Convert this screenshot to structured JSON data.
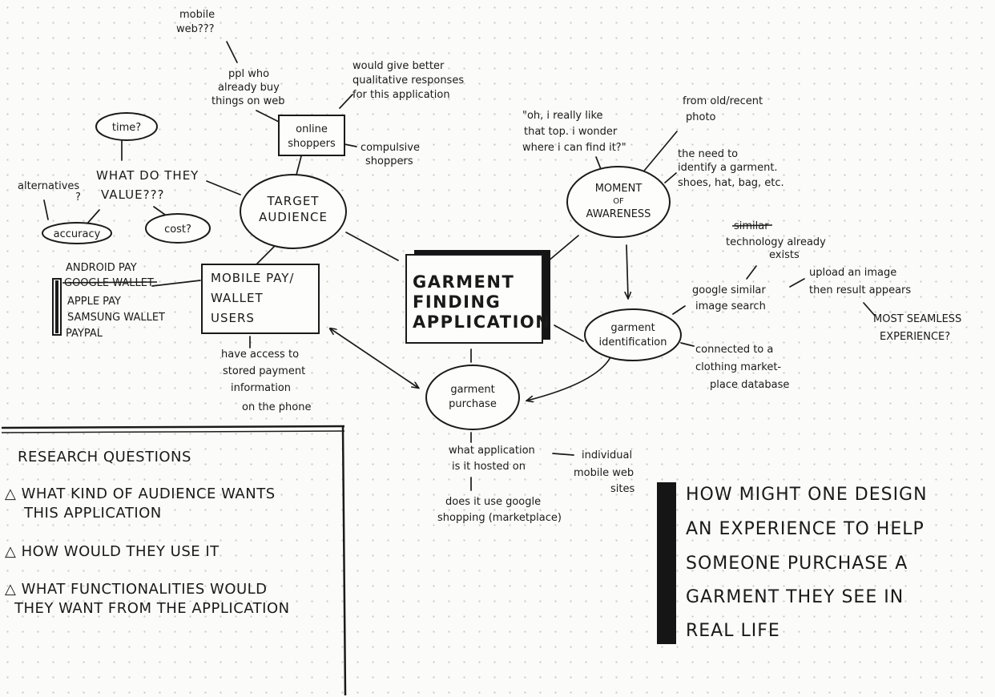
{
  "central": {
    "lines": [
      "GARMENT",
      "FINDING",
      "APPLICATION"
    ]
  },
  "nodes": {
    "target_audience": [
      "TARGET",
      "AUDIENCE"
    ],
    "online_shoppers": [
      "online",
      "shoppers"
    ],
    "mobile_pay": [
      "MOBILE PAY/",
      "WALLET",
      "USERS"
    ],
    "moment": [
      "MOMENT",
      "OF",
      "AWARENESS"
    ],
    "garment_id": [
      "garment",
      "identification"
    ],
    "garment_purchase": [
      "garment",
      "purchase"
    ],
    "time": "time?",
    "accuracy": "accuracy",
    "cost": "cost?"
  },
  "notes": {
    "mobile_web": [
      "mobile",
      "web???"
    ],
    "ppl_who": [
      "ppl who",
      "already buy",
      "things on web"
    ],
    "qualitative": [
      "would give better",
      "qualitative responses",
      "for this application"
    ],
    "compulsive": [
      "compulsive",
      "shoppers"
    ],
    "what_value": [
      "WHAT DO THEY",
      "VALUE???"
    ],
    "alternatives": [
      "alternatives",
      "?"
    ],
    "wallets": [
      "ANDROID PAY",
      "GOOGLE WALLET",
      "APPLE PAY",
      "SAMSUNG WALLET",
      "PAYPAL"
    ],
    "stored_payment": [
      "have access to",
      "stored payment",
      "information",
      "on the phone"
    ],
    "quote": [
      "\"oh, i really like",
      "that top. i wonder",
      "where i can find it?\""
    ],
    "from_photo": [
      "from old/recent",
      "photo"
    ],
    "identify_need": [
      "the need to",
      "identify a garment.",
      "shoes, hat, bag, etc."
    ],
    "tech_exists": [
      "similar",
      "technology already",
      "exists"
    ],
    "google_search": [
      "google similar",
      "image search"
    ],
    "upload": [
      "upload an image",
      "then result appears"
    ],
    "seamless": [
      "MOST SEAMLESS",
      "EXPERIENCE?"
    ],
    "connected": [
      "connected to a",
      "clothing market-",
      "place database"
    ],
    "hosted": [
      "what application",
      "is it hosted on"
    ],
    "individual": [
      "individual",
      "mobile web",
      "sites"
    ],
    "google_shopping": [
      "does it use google",
      "shopping (marketplace)"
    ]
  },
  "research": {
    "heading": "RESEARCH QUESTIONS",
    "items": [
      [
        "WHAT KIND OF AUDIENCE WANTS",
        "THIS APPLICATION"
      ],
      [
        "HOW WOULD THEY USE IT"
      ],
      [
        "WHAT FUNCTIONALITIES WOULD",
        "THEY WANT FROM THE APPLICATION"
      ]
    ]
  },
  "hmw": [
    "HOW MIGHT ONE DESIGN",
    "AN EXPERIENCE TO HELP",
    "SOMEONE PURCHASE A",
    "GARMENT THEY SEE IN",
    "REAL LIFE"
  ]
}
